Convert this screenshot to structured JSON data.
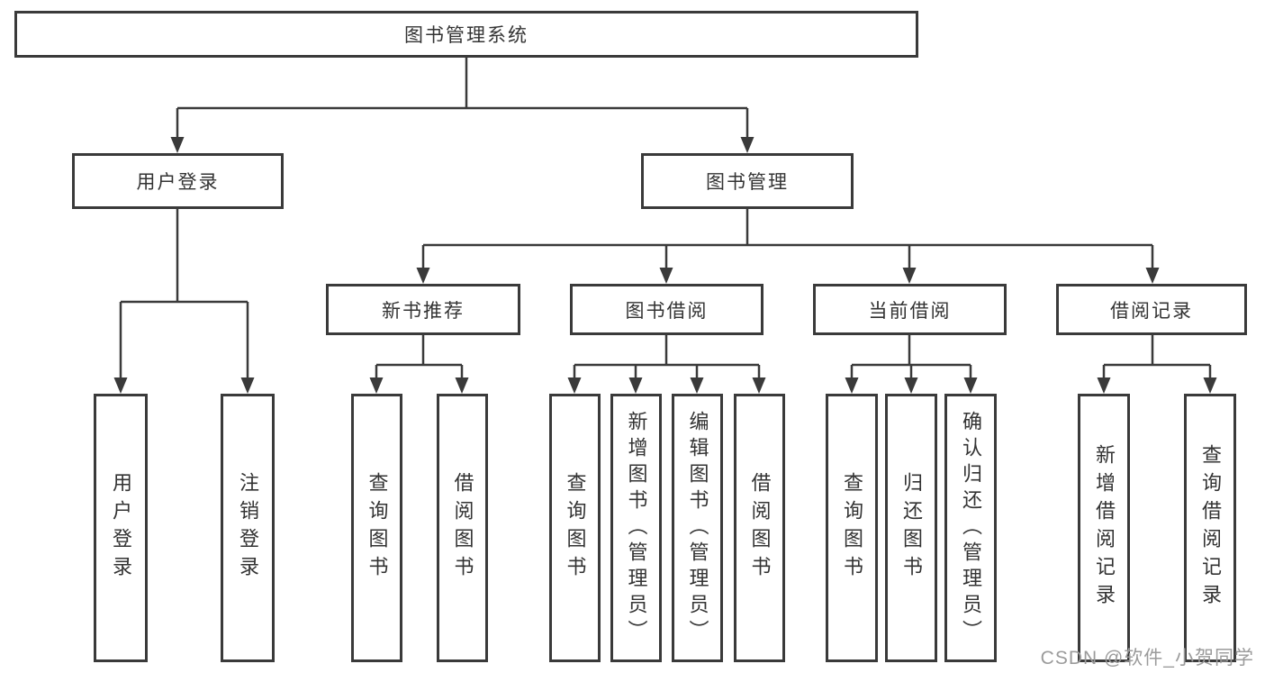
{
  "root": {
    "label": "图书管理系统"
  },
  "branches": [
    {
      "label": "用户登录",
      "leaves": [
        {
          "label": "用户登录"
        },
        {
          "label": "注销登录"
        }
      ]
    },
    {
      "label": "图书管理",
      "sections": [
        {
          "label": "新书推荐",
          "leaves": [
            {
              "label": "查询图书"
            },
            {
              "label": "借阅图书"
            }
          ]
        },
        {
          "label": "图书借阅",
          "leaves": [
            {
              "label": "查询图书"
            },
            {
              "label": "新增图书（管理员）"
            },
            {
              "label": "编辑图书（管理员）"
            },
            {
              "label": "借阅图书"
            }
          ]
        },
        {
          "label": "当前借阅",
          "leaves": [
            {
              "label": "查询图书"
            },
            {
              "label": "归还图书"
            },
            {
              "label": "确认归还（管理员）"
            }
          ]
        },
        {
          "label": "借阅记录",
          "leaves": [
            {
              "label": "新增借阅记录"
            },
            {
              "label": "查询借阅记录"
            }
          ]
        }
      ]
    }
  ],
  "watermark": {
    "text": "CSDN @软件_小贺同学"
  },
  "colors": {
    "line": "#3a3a3a",
    "text": "#333333",
    "watermark": "#9b9b9b",
    "background": "#ffffff"
  }
}
